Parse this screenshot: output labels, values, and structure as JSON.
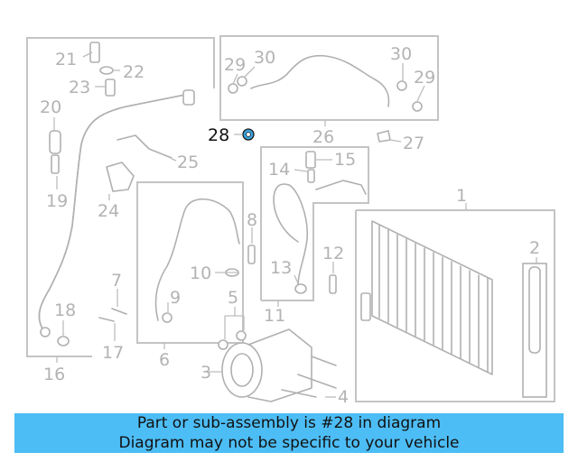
{
  "callouts": {
    "c1": "1",
    "c2": "2",
    "c3": "3",
    "c4": "4",
    "c5": "5",
    "c6": "6",
    "c7": "7",
    "c8": "8",
    "c9": "9",
    "c10": "10",
    "c11": "11",
    "c12": "12",
    "c13": "13",
    "c14": "14",
    "c15": "15",
    "c16": "16",
    "c17": "17",
    "c18": "18",
    "c19": "19",
    "c20": "20",
    "c21": "21",
    "c22": "22",
    "c23": "23",
    "c24": "24",
    "c25": "25",
    "c26": "26",
    "c27": "27",
    "c28": "28",
    "c29a": "29",
    "c29b": "29",
    "c30a": "30",
    "c30b": "30"
  },
  "colors": {
    "highlight_part": "#3ca3e0",
    "banner": "#4dbdf5",
    "line_art": "#b0b0b0"
  },
  "banner": {
    "line1": "Part or sub-assembly is #28 in diagram",
    "line2": "Diagram may not be specific to your vehicle"
  }
}
